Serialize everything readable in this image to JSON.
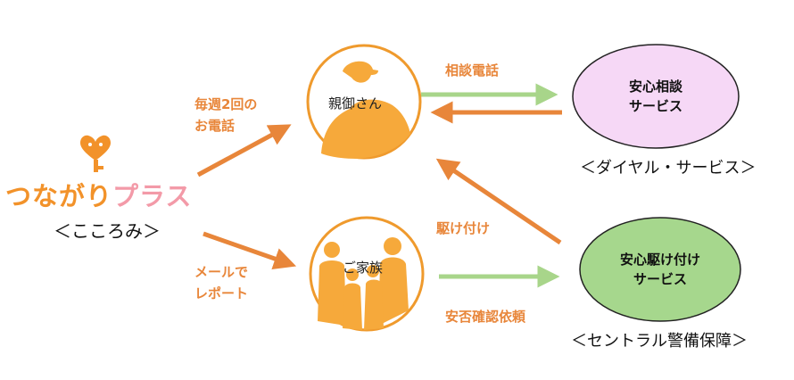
{
  "colors": {
    "orange_arrow": "#e8863a",
    "green_arrow": "#a8d58a",
    "circle_fill": "#f6a93b",
    "circle_border": "#ef9a2d",
    "oval_pink": "#f6d8f6",
    "oval_green": "#a6d78d",
    "logo_orange": "#f2922a",
    "logo_yellow": "#f5c36b",
    "logo_pink": "#f39aa8"
  },
  "logo": {
    "part1": "つながり",
    "part2": "プラス",
    "subtitle": "＜こころみ＞",
    "icon": "heart-key-icon"
  },
  "nodes": {
    "parent": {
      "label": "親御さん",
      "icon": "elderly-person-icon"
    },
    "family": {
      "label": "ご家族",
      "icon": "family-group-icon"
    },
    "consult": {
      "line1": "安心相談",
      "line2": "サービス",
      "caption": "＜ダイヤル・サービス＞"
    },
    "rush": {
      "line1": "安心駆け付け",
      "line2": "サービス",
      "caption": "＜セントラル警備保障＞"
    }
  },
  "edges": {
    "weekly_call_1": "毎週2回の",
    "weekly_call_2": "お電話",
    "mail_1": "メールで",
    "mail_2": "レポート",
    "consult_call": "相談電話",
    "rush_to": "駆け付け",
    "safety_check": "安否確認依頼"
  }
}
